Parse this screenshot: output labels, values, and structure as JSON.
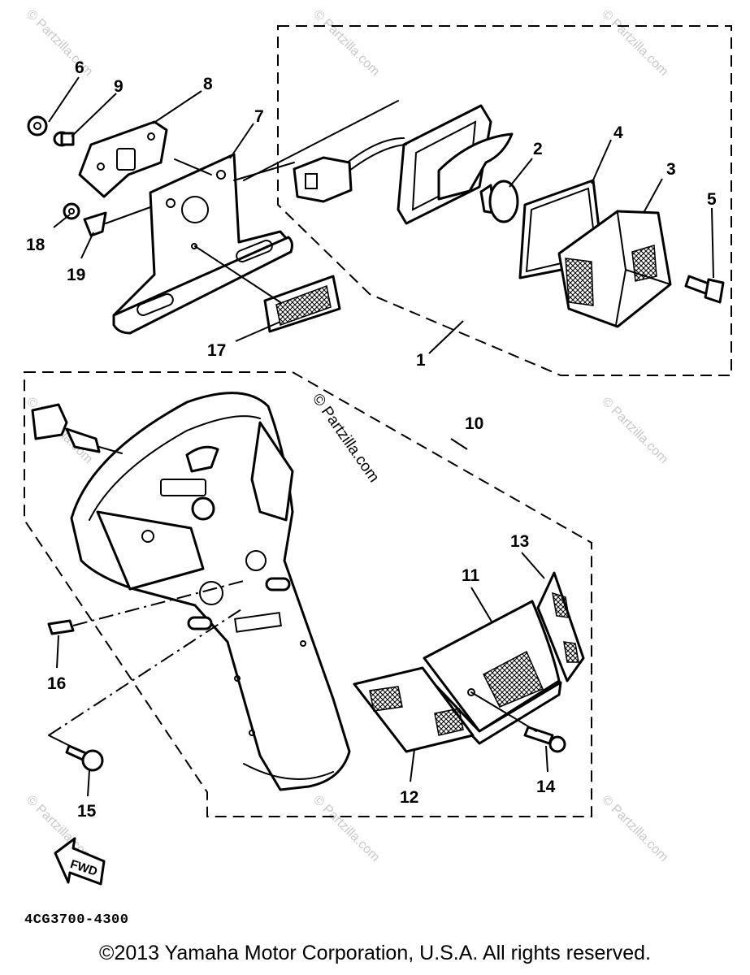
{
  "diagram": {
    "callouts": {
      "c1": "1",
      "c2": "2",
      "c3": "3",
      "c4": "4",
      "c5": "5",
      "c6": "6",
      "c7": "7",
      "c8": "8",
      "c9": "9",
      "c10": "10",
      "c11": "11",
      "c12": "12",
      "c13": "13",
      "c14": "14",
      "c15": "15",
      "c16": "16",
      "c17": "17",
      "c18": "18",
      "c19": "19"
    },
    "watermark": "© Partzilla.com",
    "direction_arrow": "FWD",
    "diagram_code": "4CG3700-4300",
    "copyright": "©2013 Yamaha Motor Corporation, U.S.A. All rights reserved."
  }
}
